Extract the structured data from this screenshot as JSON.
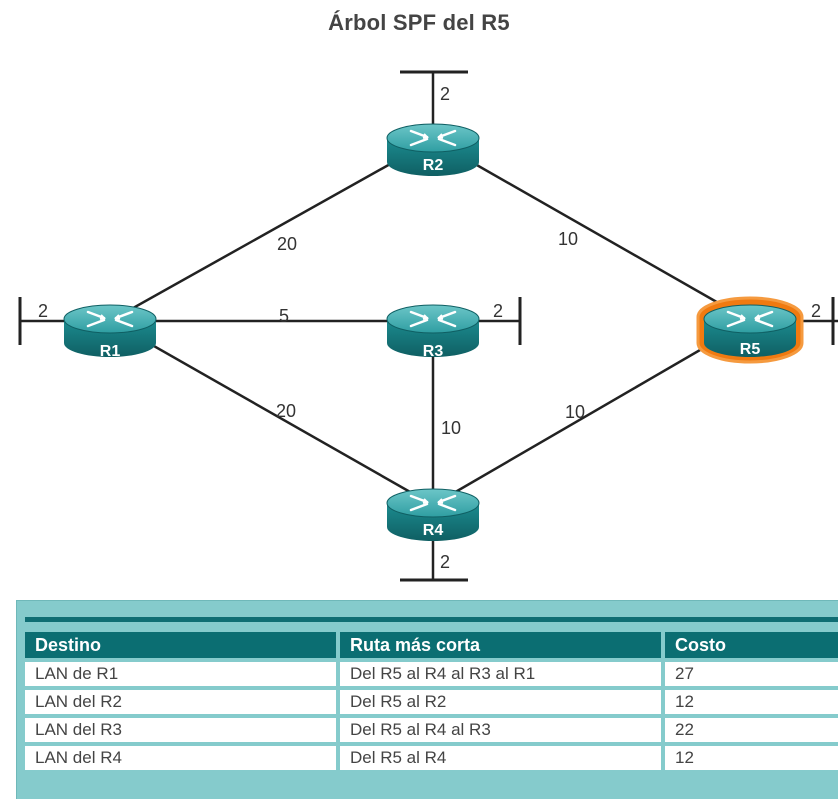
{
  "title": "Árbol SPF del R5",
  "routers": [
    {
      "id": "R1",
      "label": "R1",
      "highlight": false
    },
    {
      "id": "R2",
      "label": "R2",
      "highlight": false
    },
    {
      "id": "R3",
      "label": "R3",
      "highlight": false
    },
    {
      "id": "R4",
      "label": "R4",
      "highlight": false
    },
    {
      "id": "R5",
      "label": "R5",
      "highlight": true
    }
  ],
  "links": [
    {
      "from": "R1",
      "to": "R2",
      "cost": "20"
    },
    {
      "from": "R2",
      "to": "R5",
      "cost": "10"
    },
    {
      "from": "R1",
      "to": "R3",
      "cost": "5"
    },
    {
      "from": "R1",
      "to": "R4",
      "cost": "20"
    },
    {
      "from": "R3",
      "to": "R4",
      "cost": "10"
    },
    {
      "from": "R4",
      "to": "R5",
      "cost": "10"
    }
  ],
  "lans": [
    {
      "router": "R1",
      "cost": "2"
    },
    {
      "router": "R2",
      "cost": "2"
    },
    {
      "router": "R3",
      "cost": "2"
    },
    {
      "router": "R4",
      "cost": "2"
    },
    {
      "router": "R5",
      "cost": "2"
    }
  ],
  "table": {
    "headers": [
      "Destino",
      "Ruta más corta",
      "Costo"
    ],
    "rows": [
      [
        "LAN de R1",
        "Del R5 al R4 al R3 al R1",
        "27"
      ],
      [
        "LAN del R2",
        "Del R5 al R2",
        "12"
      ],
      [
        "LAN del R3",
        "Del R5 al R4 al R3",
        "22"
      ],
      [
        "LAN del R4",
        "Del R5 al R4",
        "12"
      ]
    ]
  },
  "colors": {
    "router_body": "#1f8a8e",
    "router_top": "#4fb3b6",
    "link": "#222222",
    "highlight": "#f07a10",
    "table_header": "#0b6e72",
    "table_frame": "#85cbcc"
  },
  "icons": {
    "router": "router-icon"
  }
}
